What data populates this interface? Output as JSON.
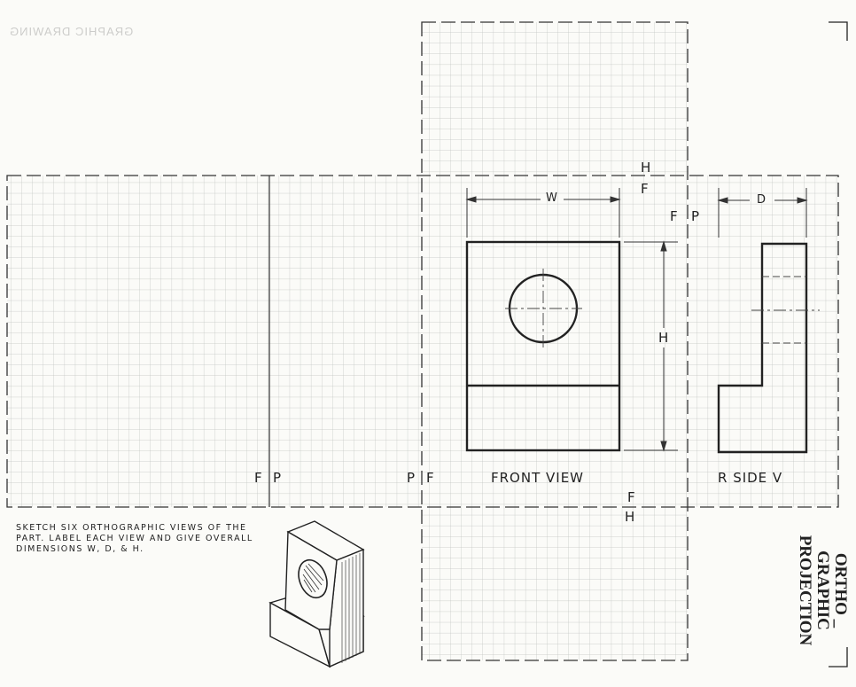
{
  "page_title": {
    "line1": "ORTHO _",
    "line2": "GRAPHIC",
    "line3": "PROJECTION"
  },
  "instructions": {
    "line1": "SKETCH SIX ORTHOGRAPHIC VIEWS OF THE",
    "line2": "PART. LABEL EACH VIEW AND GIVE OVERALL",
    "line3": "DIMENSIONS W, D, & H."
  },
  "header_bleed_text": "GRAPHIC DRAWING",
  "fold_labels": {
    "h_top": "H",
    "f_top": "F",
    "f_right_top": "F",
    "p_right_top": "P",
    "f_left": "F",
    "p_left": "P",
    "p_mid": "P",
    "f_mid": "F",
    "f_bottom": "F",
    "h_bottom": "H"
  },
  "view_labels": {
    "front": "FRONT VIEW",
    "side": "R  SIDE V"
  },
  "dimensions": {
    "width": "W",
    "height": "H",
    "depth": "D"
  },
  "colors": {
    "paper": "#fbfbf8",
    "grid": "#bfc3c0",
    "ink": "#222222"
  }
}
